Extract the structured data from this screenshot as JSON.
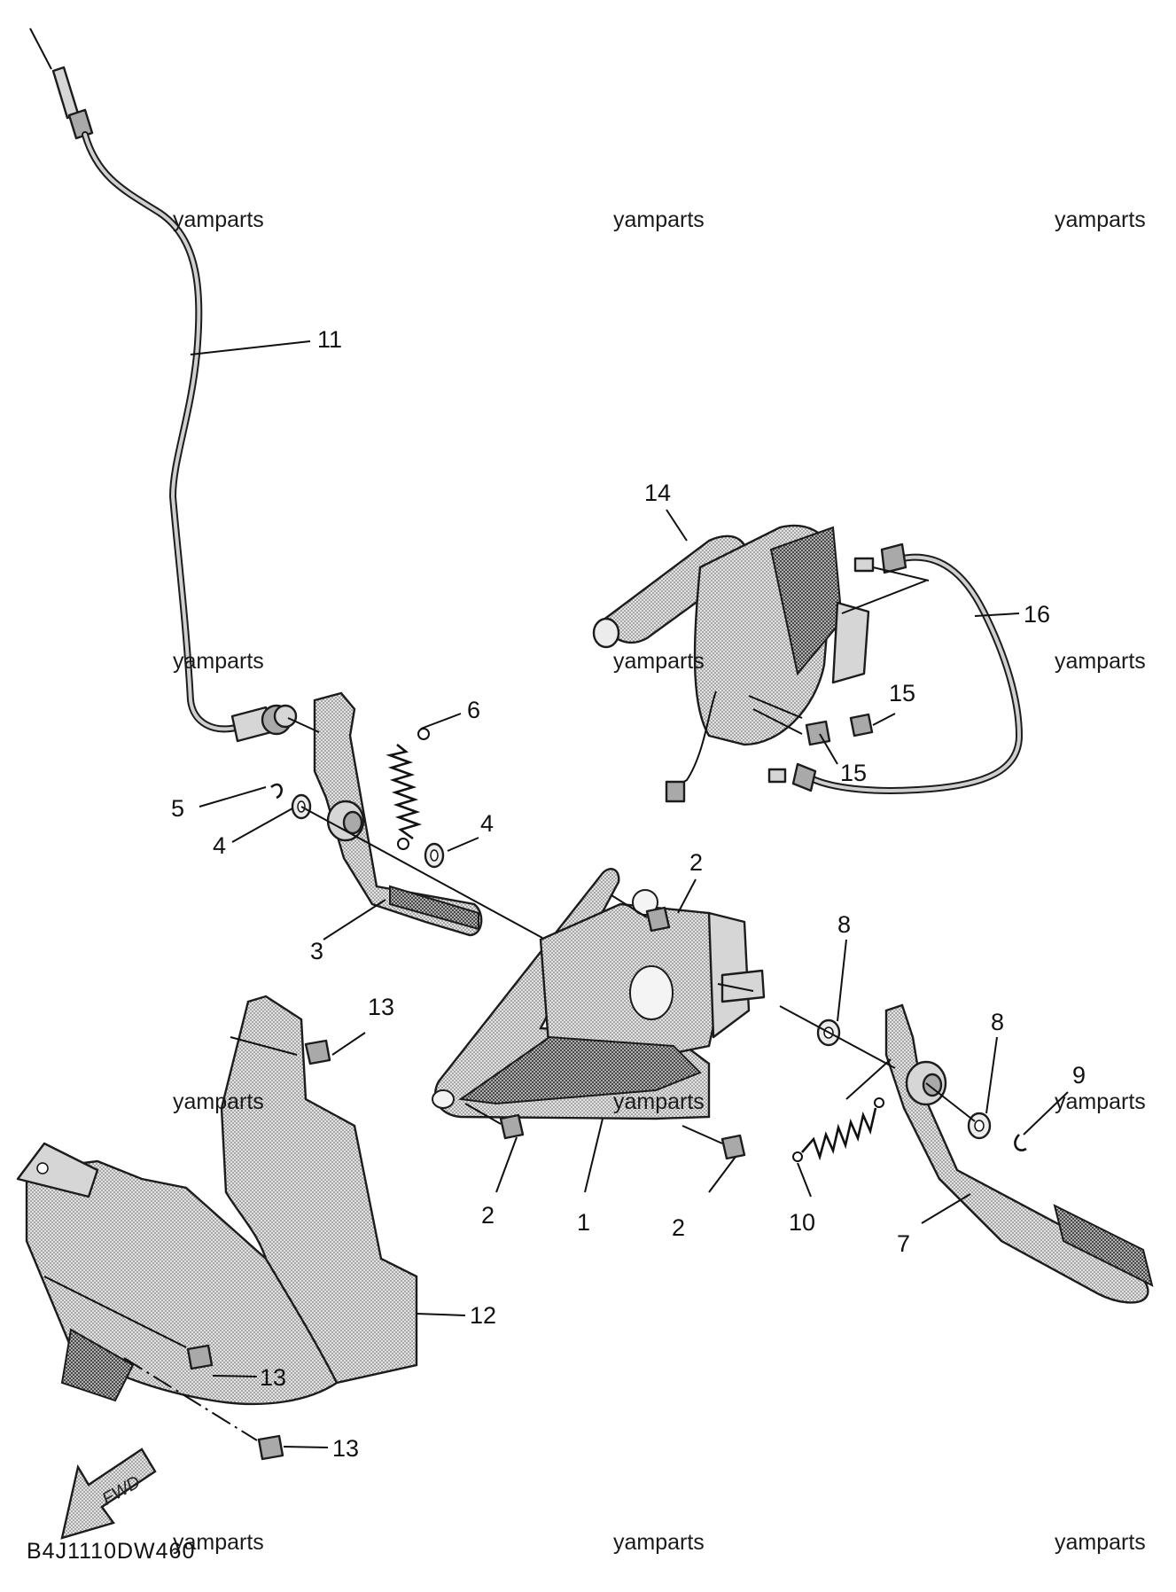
{
  "watermark": "yamparts",
  "diagram_code": "B4J1110DW460",
  "fwd_arrow_label": "FWD",
  "callouts": {
    "c1": "1",
    "c2a": "2",
    "c2b": "2",
    "c2c": "2",
    "c3": "3",
    "c4a": "4",
    "c4b": "4",
    "c5": "5",
    "c6": "6",
    "c7": "7",
    "c8a": "8",
    "c8b": "8",
    "c9": "9",
    "c10": "10",
    "c11": "11",
    "c12": "12",
    "c13a": "13",
    "c13b": "13",
    "c13c": "13",
    "c14": "14",
    "c15a": "15",
    "c15b": "15",
    "c16": "16"
  }
}
